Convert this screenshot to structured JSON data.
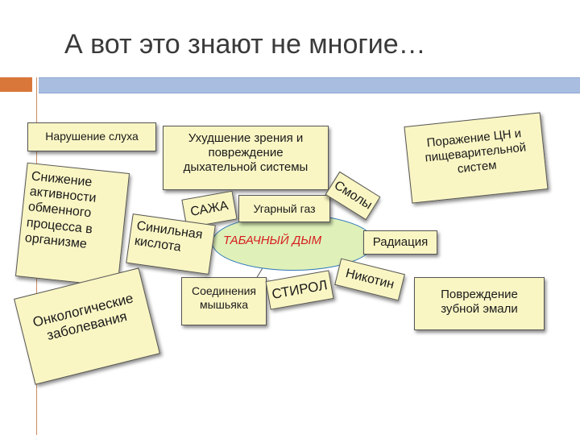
{
  "slide": {
    "title": "А вот это знают не многие…"
  },
  "center": {
    "label": "ТАБАЧНЫЙ ДЫМ"
  },
  "cards": {
    "hearing": "Нарушение слуха",
    "vision": "Ухудшение зрения и повреждение дыхательной системы",
    "cns": "Поражение ЦН и пищеварительной систем",
    "metabolism": "Снижение активности обменного процесса в организме",
    "oncology": "Онкологические заболевания",
    "arsenic": "Соединения мышьяка",
    "enamel": "Повреждение зубной эмали"
  },
  "substances": {
    "soot": "САЖА",
    "co": "Угарный газ",
    "tar": "Смолы",
    "hcn": "Синильная кислота",
    "radiation": "Радиация",
    "nicotine": "Никотин",
    "styrene": "СТИРОЛ"
  },
  "colors": {
    "card_fill": "#faf6c4",
    "ellipse_fill": "#dff0b9",
    "ellipse_border": "#2f79b8",
    "center_text": "#d62020",
    "accent_orange": "#d9773a",
    "accent_blue": "#a8bde0"
  }
}
